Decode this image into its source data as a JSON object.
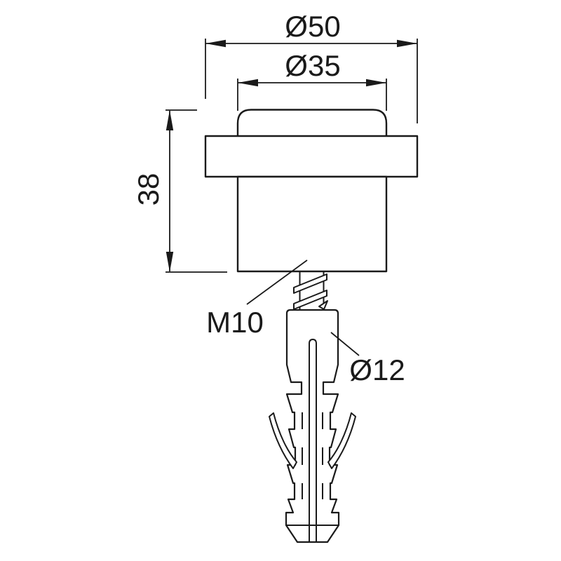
{
  "drawing": {
    "kind": "technical dimension drawing",
    "subject": "door stop with threaded stud and wall plug",
    "background_color": "#ffffff",
    "line_color": "#1a1a1a"
  },
  "labels": {
    "flange_diameter": "Ø50",
    "buffer_diameter": "Ø35",
    "body_height": "38",
    "thread_size": "M10",
    "plug_diameter": "Ø12"
  }
}
